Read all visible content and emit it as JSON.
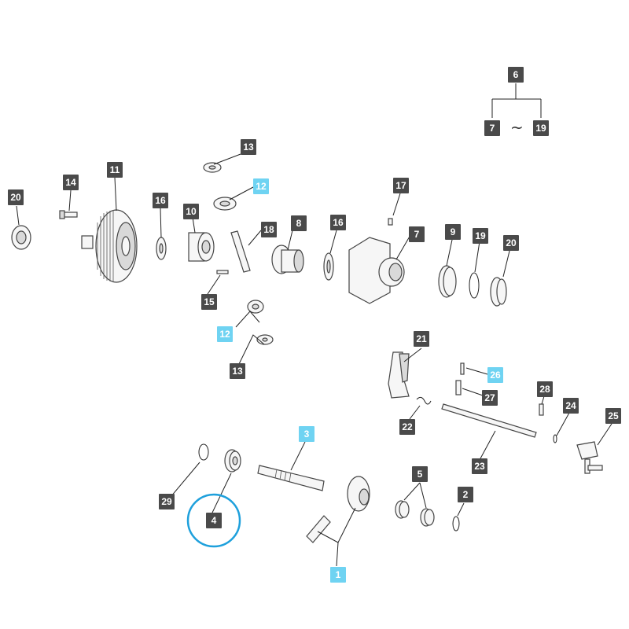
{
  "accent_color": "#6fd3f2",
  "callout_color": "#4a4a4a",
  "circle_color": "#1ea0dc",
  "range_separator": "~",
  "callouts": [
    {
      "id": "1",
      "highlight": true
    },
    {
      "id": "2",
      "highlight": false
    },
    {
      "id": "3",
      "highlight": true
    },
    {
      "id": "4",
      "highlight": false
    },
    {
      "id": "5",
      "highlight": false
    },
    {
      "id": "6",
      "highlight": false
    },
    {
      "id": "7",
      "highlight": false
    },
    {
      "id": "7",
      "highlight": false
    },
    {
      "id": "8",
      "highlight": false
    },
    {
      "id": "9",
      "highlight": false
    },
    {
      "id": "10",
      "highlight": false
    },
    {
      "id": "11",
      "highlight": false
    },
    {
      "id": "12",
      "highlight": true
    },
    {
      "id": "12",
      "highlight": true
    },
    {
      "id": "13",
      "highlight": false
    },
    {
      "id": "13",
      "highlight": false
    },
    {
      "id": "14",
      "highlight": false
    },
    {
      "id": "15",
      "highlight": false
    },
    {
      "id": "16",
      "highlight": false
    },
    {
      "id": "16",
      "highlight": false
    },
    {
      "id": "17",
      "highlight": false
    },
    {
      "id": "18",
      "highlight": false
    },
    {
      "id": "19",
      "highlight": false
    },
    {
      "id": "19",
      "highlight": false
    },
    {
      "id": "20",
      "highlight": false
    },
    {
      "id": "20",
      "highlight": false
    },
    {
      "id": "21",
      "highlight": false
    },
    {
      "id": "22",
      "highlight": false
    },
    {
      "id": "23",
      "highlight": false
    },
    {
      "id": "24",
      "highlight": false
    },
    {
      "id": "25",
      "highlight": false
    },
    {
      "id": "26",
      "highlight": true
    },
    {
      "id": "27",
      "highlight": false
    },
    {
      "id": "28",
      "highlight": false
    },
    {
      "id": "29",
      "highlight": false
    }
  ],
  "highlighted_part": "4"
}
